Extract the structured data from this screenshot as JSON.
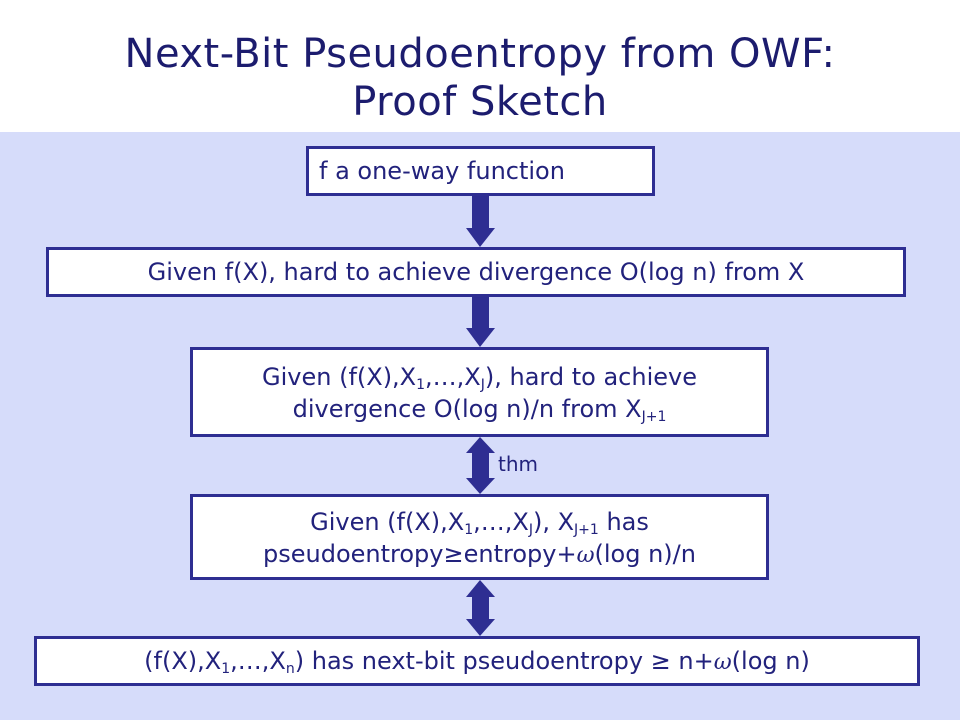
{
  "title": {
    "line1": "Next-Bit Pseudoentropy from OWF:",
    "line2": "Proof Sketch"
  },
  "nodes": {
    "owf": {
      "text": "f a one-way function"
    },
    "divergence_x": {
      "text": "Given f(X), hard to achieve divergence O(log n) from X"
    },
    "divergence_next": {
      "l1_a": "Given (f(X),X",
      "l1_sub1": "1",
      "l1_b": ",…,X",
      "l1_subJ": "J",
      "l1_c": "), hard to achieve",
      "l2_a": "divergence O(log n)/n from X",
      "l2_sub": "J+1"
    },
    "pseudoentropy_next": {
      "l1_a": "Given (f(X),X",
      "l1_sub1": "1",
      "l1_b": ",…,X",
      "l1_subJ": "J",
      "l1_c": "), X",
      "l1_subJ1": "J+1",
      "l1_d": " has",
      "l2_a": "pseudoentropy≥entropy+",
      "l2_omega": "ω",
      "l2_b": "(log n)/n"
    },
    "next_bit": {
      "a": "(f(X),X",
      "sub1": "1",
      "b": ",…,X",
      "subn": "n",
      "c": ") has next-bit pseudoentropy ≥ n+",
      "omega": "ω",
      "d": "(log n)"
    }
  },
  "edge_labels": {
    "thm": "thm"
  },
  "colors": {
    "title_text": "#1c1c6e",
    "panel_background": "#d6dcfa",
    "box_border": "#2e2e92",
    "arrow": "#2e2e92"
  }
}
